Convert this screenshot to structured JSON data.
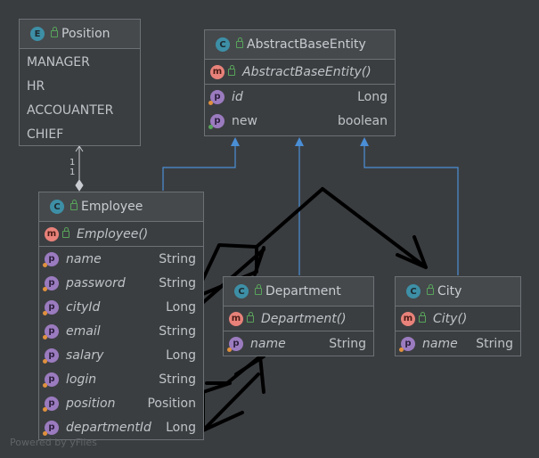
{
  "position": {
    "title": "Position",
    "icon": "enum-icon",
    "values": [
      "MANAGER",
      "HR",
      "ACCOUANTER",
      "CHIEF"
    ]
  },
  "abstract": {
    "title": "AbstractBaseEntity",
    "icon": "class-icon",
    "constructor": "AbstractBaseEntity()",
    "fields": [
      {
        "name": "id",
        "type": "Long"
      },
      {
        "name": "new",
        "type": "boolean"
      }
    ]
  },
  "employee": {
    "title": "Employee",
    "icon": "class-icon",
    "constructor": "Employee()",
    "fields": [
      {
        "name": "name",
        "type": "String"
      },
      {
        "name": "password",
        "type": "String"
      },
      {
        "name": "cityId",
        "type": "Long"
      },
      {
        "name": "email",
        "type": "String"
      },
      {
        "name": "salary",
        "type": "Long"
      },
      {
        "name": "login",
        "type": "String"
      },
      {
        "name": "position",
        "type": "Position"
      },
      {
        "name": "departmentId",
        "type": "Long"
      }
    ]
  },
  "department": {
    "title": "Department",
    "icon": "class-icon",
    "constructor": "Department()",
    "fields": [
      {
        "name": "name",
        "type": "String"
      }
    ]
  },
  "city": {
    "title": "City",
    "icon": "class-icon",
    "constructor": "City()",
    "fields": [
      {
        "name": "name",
        "type": "String"
      }
    ]
  },
  "association": {
    "mult_a": "1",
    "mult_b": "1"
  },
  "footer": "Powered by yFiles",
  "colors": {
    "background": "#3a3d40",
    "inheritance": "#4a8fd6",
    "annotation": "#000000"
  }
}
